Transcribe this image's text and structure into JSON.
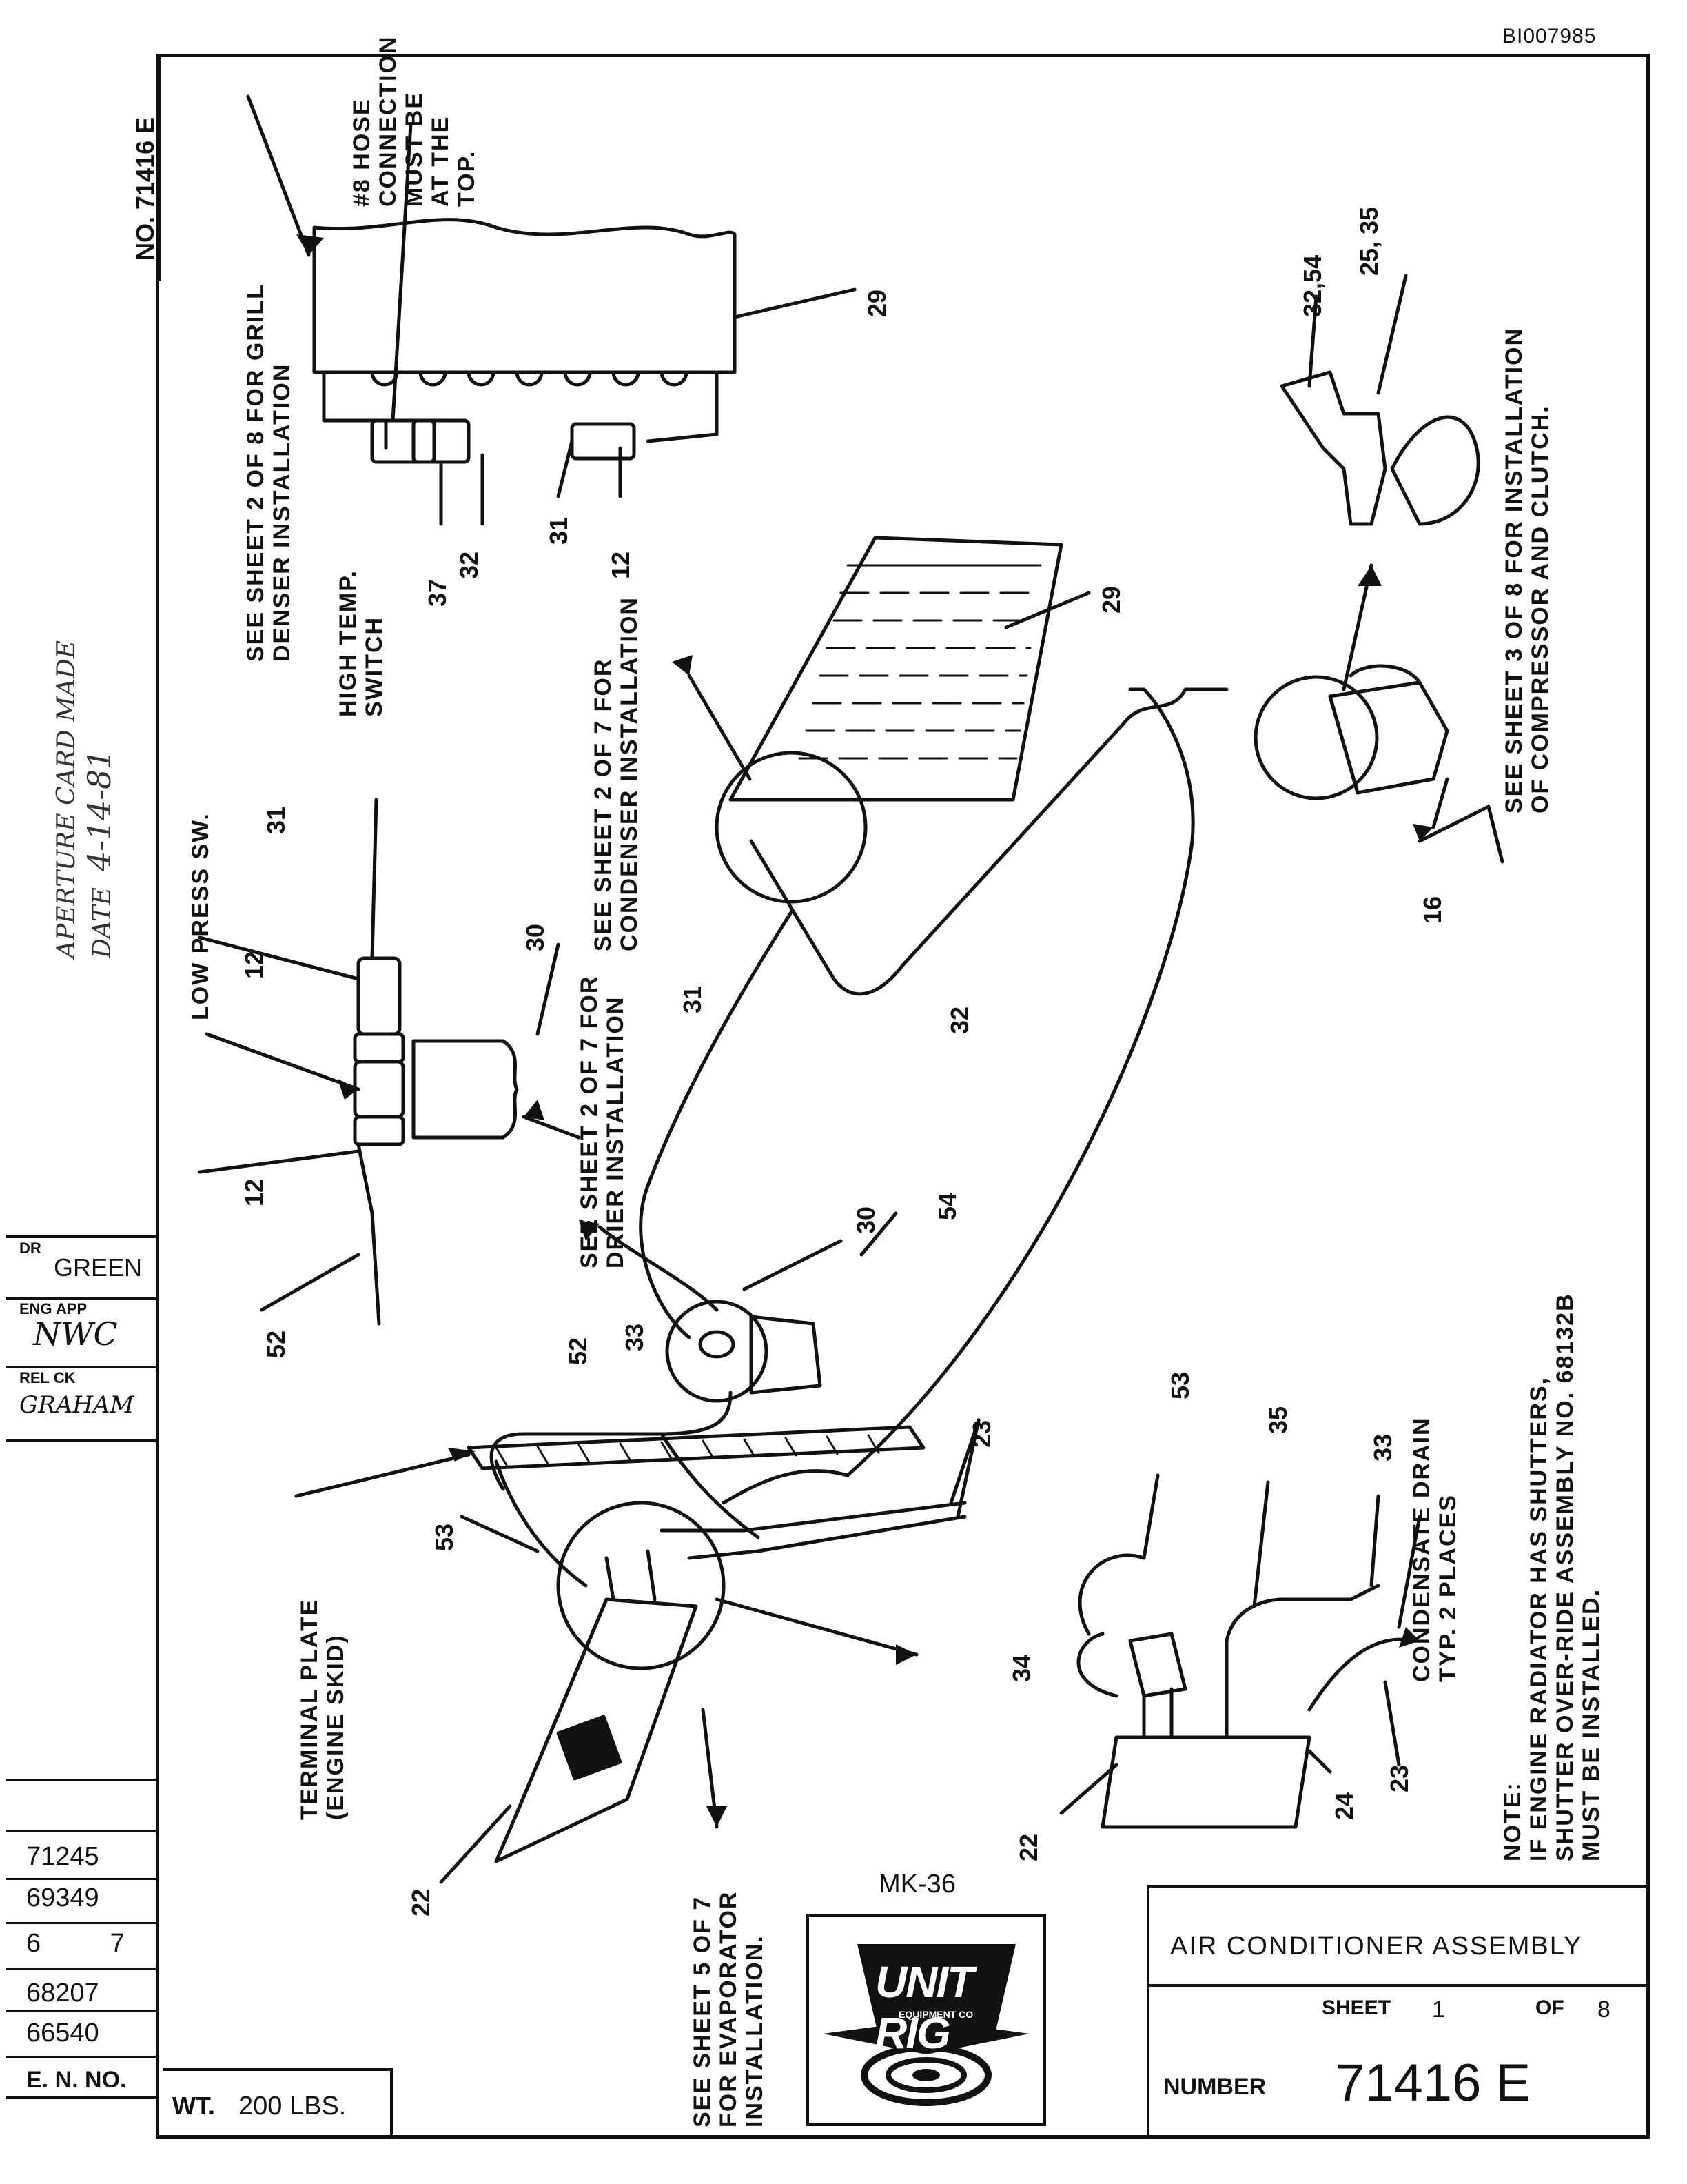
{
  "document_id": "BI007985",
  "drawing_number_vertical": "NO. 71416 E",
  "aperture": {
    "line1": "APERTURE CARD MADE",
    "line2": "DATE",
    "date": "4-14-81"
  },
  "signoff": {
    "dr_label": "DR",
    "dr_value": "GREEN",
    "eng_app_label": "ENG APP",
    "eng_app_value": "NWC",
    "rel_ck_label": "REL CK",
    "rel_ck_value": "GRAHAM"
  },
  "revision_numbers": [
    "71245",
    "69349",
    "6 7",
    "68207",
    "66540"
  ],
  "footer": {
    "en_no_label": "E. N. NO.",
    "wt_label": "WT.",
    "wt_value": "200 LBS."
  },
  "title_block": {
    "mk": "MK-36",
    "logo_text": "UNIT RIG",
    "logo_sub": "EQUIPMENT CO",
    "title": "AIR CONDITIONER ASSEMBLY",
    "sheet_label": "SHEET",
    "sheet_value": "1",
    "of_label": "OF",
    "of_value": "8",
    "number_label": "NUMBER",
    "number_value": "71416 E"
  },
  "notes": {
    "grill_condenser": [
      "SEE SHEET 2 OF 8 FOR GRILL",
      "DENSER INSTALLATION"
    ],
    "hose_connection": [
      "#8 HOSE",
      "CONNECTION",
      "MUST BE",
      "AT THE",
      "TOP."
    ],
    "high_temp_switch": [
      "HIGH TEMP.",
      "SWITCH"
    ],
    "low_press_sw": "LOW PRESS SW.",
    "condenser_install": [
      "SEE SHEET 2 OF 7 FOR",
      "CONDENSER INSTALLATION"
    ],
    "drier_install": [
      "SEE SHEET 2 OF 7 FOR",
      "DRIER INSTALLATION"
    ],
    "compressor_install": [
      "SEE SHEET 3 OF 8 FOR INSTALLATION",
      "OF COMPRESSOR AND CLUTCH."
    ],
    "terminal_plate": [
      "TERMINAL PLATE",
      "(ENGINE SKID)"
    ],
    "evaporator_install": [
      "SEE SHEET 5 OF 7",
      "FOR EVAPORATOR",
      "INSTALLATION."
    ],
    "condensate_drain": [
      "CONDENSATE DRAIN",
      "TYP. 2 PLACES"
    ],
    "note_main": [
      "NOTE:",
      "IF ENGINE RADIATOR HAS SHUTTERS,",
      "SHUTTER OVER-RIDE ASSEMBLY NO. 68132B",
      "MUST BE INSTALLED."
    ]
  },
  "callouts": [
    "29",
    "32,54",
    "25, 35",
    "37",
    "32",
    "31",
    "12",
    "29",
    "16",
    "31",
    "12",
    "30",
    "12",
    "52",
    "31",
    "32",
    "30",
    "54",
    "52",
    "33",
    "53",
    "23",
    "53",
    "35",
    "33",
    "34",
    "22",
    "22",
    "24",
    "23"
  ]
}
